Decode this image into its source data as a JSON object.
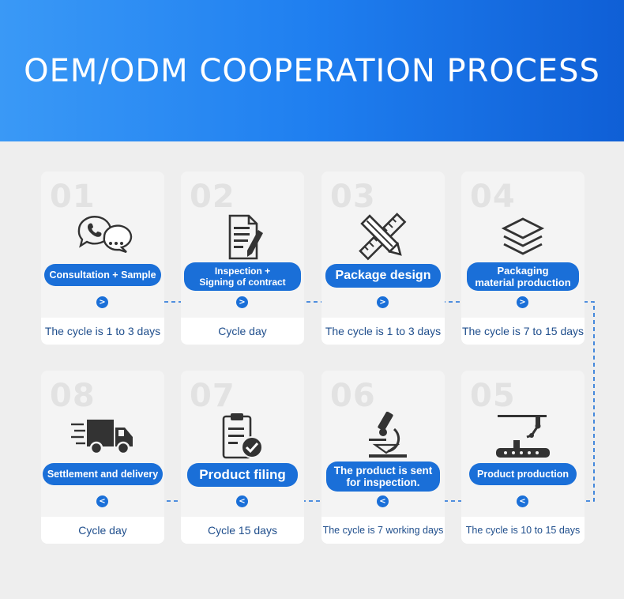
{
  "title": "OEM/ODM COOPERATION PROCESS",
  "steps": [
    {
      "num": "01",
      "label": "Consultation + Sample",
      "cycle": "The cycle is 1 to 3 days",
      "icon": "chat-bubbles-icon"
    },
    {
      "num": "02",
      "label_line1": "Inspection +",
      "label_line2": "Signing of contract",
      "cycle": "Cycle day",
      "icon": "contract-pen-icon"
    },
    {
      "num": "03",
      "label": "Package design",
      "cycle": "The cycle is 1 to 3 days",
      "icon": "pencil-ruler-icon"
    },
    {
      "num": "04",
      "label_line1": "Packaging",
      "label_line2": "material production",
      "cycle": "The cycle is 7 to 15 days",
      "icon": "layers-icon"
    },
    {
      "num": "05",
      "label": "Product production",
      "cycle": "The cycle is 10 to 15 days",
      "icon": "robot-arm-conveyor-icon"
    },
    {
      "num": "06",
      "label_line1": "The product is sent",
      "label_line2": "for inspection.",
      "cycle": "The cycle is 7 working days",
      "icon": "microscope-icon"
    },
    {
      "num": "07",
      "label": "Product filing",
      "cycle": "Cycle 15 days",
      "icon": "clipboard-check-icon"
    },
    {
      "num": "08",
      "label": "Settlement and delivery",
      "cycle": "Cycle day",
      "icon": "delivery-truck-icon"
    }
  ],
  "arrows": {
    "right": ">",
    "left": "<"
  },
  "colors": {
    "header_start": "#3a99f6",
    "header_end": "#0f5fd6",
    "accent": "#1a6fd8",
    "background": "#eeeeee",
    "cycle_text": "#1f4e8c"
  }
}
